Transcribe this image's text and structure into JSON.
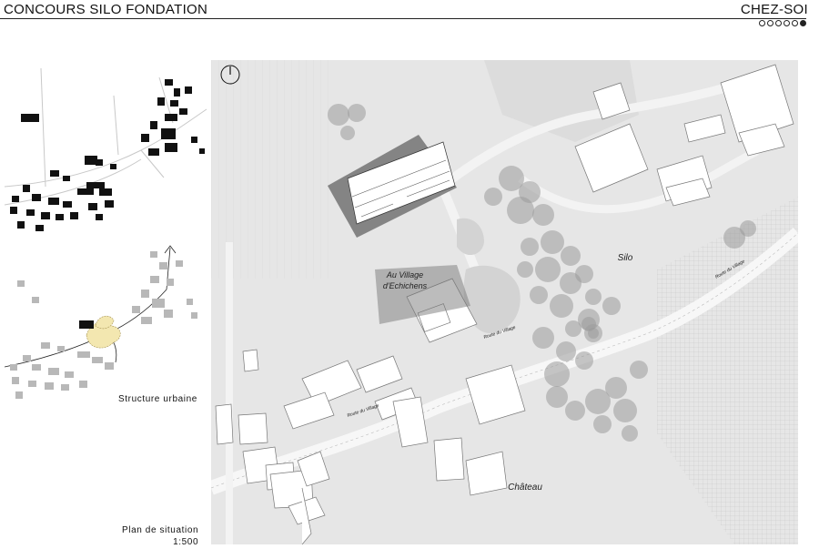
{
  "header": {
    "title": "CONCOURS SILO FONDATION",
    "brand": "CHEZ-SOI",
    "page_dots": [
      false,
      false,
      false,
      false,
      false,
      true
    ]
  },
  "diagrams": {
    "structure_caption": "Structure urbaine"
  },
  "site_plan": {
    "caption_line1": "Plan de situation",
    "caption_line2": "1:500",
    "labels": {
      "village": "Au Village",
      "village_sub": "d'Echichens",
      "silo": "Silo",
      "chateau": "Château",
      "road": "Route du Village"
    }
  }
}
